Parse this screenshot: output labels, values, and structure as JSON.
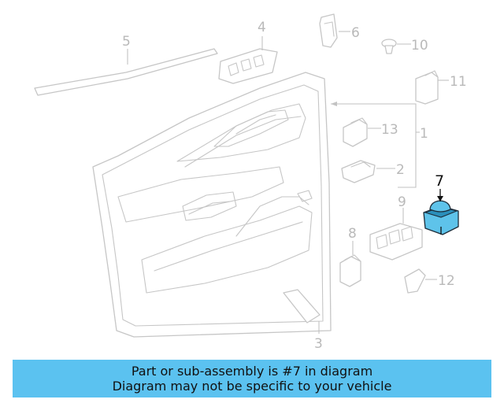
{
  "diagram": {
    "callouts": [
      "1",
      "2",
      "3",
      "4",
      "5",
      "6",
      "7",
      "8",
      "9",
      "10",
      "11",
      "12",
      "13"
    ],
    "highlighted_part": "7",
    "highlight_color": "#5ec3ea"
  },
  "banner": {
    "line1": "Part or sub-assembly is #7 in diagram",
    "line2": "Diagram may not be specific to your vehicle",
    "background": "#5bc2f0"
  }
}
